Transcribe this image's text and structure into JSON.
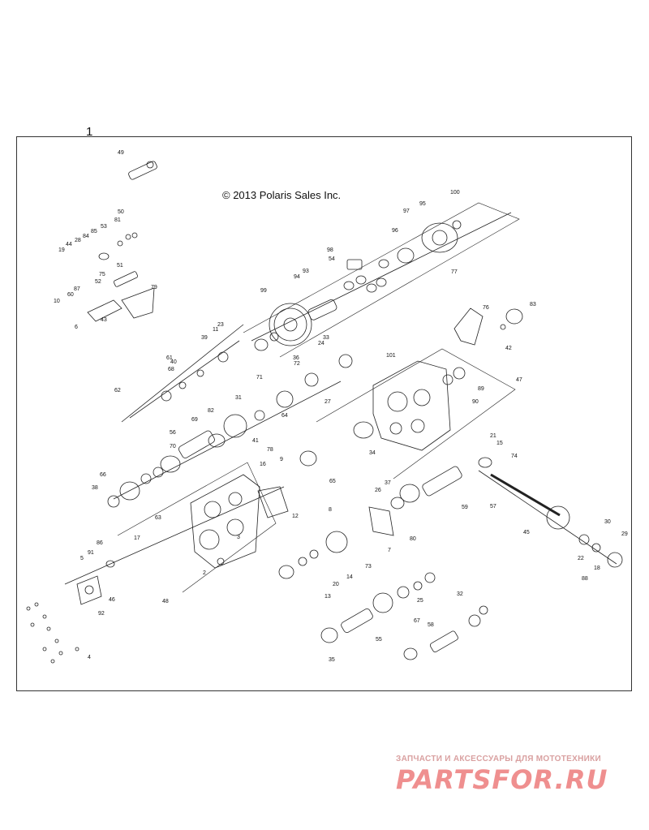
{
  "figure_number": "1",
  "copyright": "© 2013 Polaris Sales Inc.",
  "watermark": {
    "tagline": "ЗАПЧАСТИ И АКСЕССУАРЫ ДЛЯ МОТОТЕХНИКИ",
    "logo": "PARTSFOR.RU"
  },
  "callouts": [
    "1",
    "2",
    "3",
    "4",
    "5",
    "6",
    "7",
    "8",
    "9",
    "10",
    "11",
    "12",
    "13",
    "14",
    "15",
    "16",
    "17",
    "18",
    "19",
    "20",
    "21",
    "22",
    "23",
    "24",
    "25",
    "26",
    "27",
    "28",
    "29",
    "30",
    "31",
    "32",
    "33",
    "34",
    "35",
    "36",
    "37",
    "38",
    "39",
    "40",
    "41",
    "42",
    "43",
    "44",
    "45",
    "46",
    "47",
    "48",
    "49",
    "50",
    "51",
    "52",
    "53",
    "54",
    "55",
    "56",
    "57",
    "58",
    "59",
    "60",
    "61",
    "62",
    "63",
    "64",
    "65",
    "66",
    "67",
    "68",
    "69",
    "70",
    "71",
    "72",
    "73",
    "74",
    "75",
    "76",
    "77",
    "78",
    "79",
    "80",
    "81",
    "82",
    "83",
    "84",
    "85",
    "86",
    "87",
    "88",
    "89",
    "90",
    "91",
    "92",
    "93",
    "94",
    "95",
    "96",
    "97",
    "98",
    "99",
    "100",
    "101"
  ]
}
